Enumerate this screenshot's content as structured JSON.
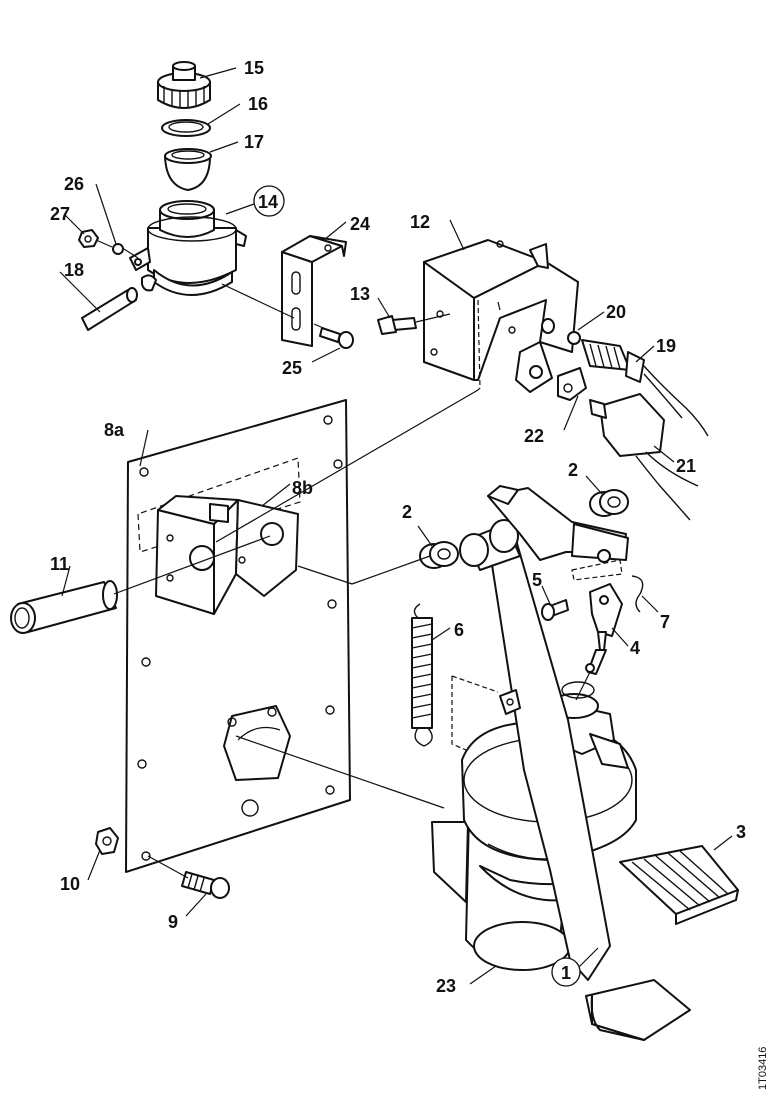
{
  "callouts": {
    "c1": "1",
    "c2a": "2",
    "c2b": "2",
    "c3": "3",
    "c4": "4",
    "c5": "5",
    "c6": "6",
    "c7": "7",
    "c8a": "8a",
    "c8b": "8b",
    "c9": "9",
    "c10": "10",
    "c11": "11",
    "c12": "12",
    "c13": "13",
    "c14": "14",
    "c15": "15",
    "c16": "16",
    "c17": "17",
    "c18": "18",
    "c19": "19",
    "c20": "20",
    "c21": "21",
    "c22": "22",
    "c23": "23",
    "c24": "24",
    "c25": "25",
    "c26": "26",
    "c27": "27"
  },
  "reference_code": "1T03416"
}
